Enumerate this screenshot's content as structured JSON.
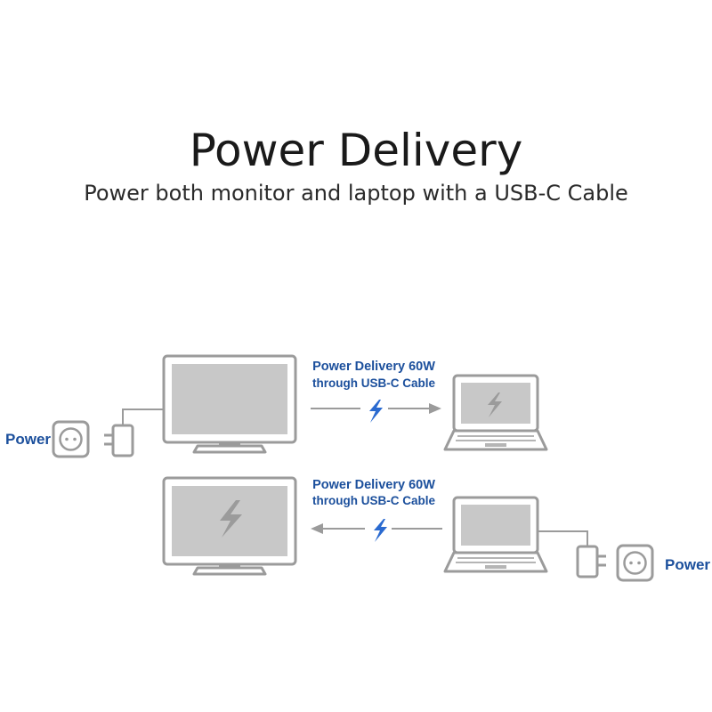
{
  "header": {
    "title": "Power Delivery",
    "subtitle": "Power both monitor and laptop with a USB-C Cable"
  },
  "diagram_top": {
    "label_line1": "Power Delivery 60W",
    "label_line2": "through USB-C Cable",
    "power_label": "Power"
  },
  "diagram_bottom": {
    "label_line1": "Power Delivery 60W",
    "label_line2": "through USB-C Cable",
    "power_label": "Power"
  },
  "colors": {
    "accent_blue": "#1b4f9c",
    "line_gray": "#9b9b9b",
    "fill_gray": "#c8c8c8"
  }
}
